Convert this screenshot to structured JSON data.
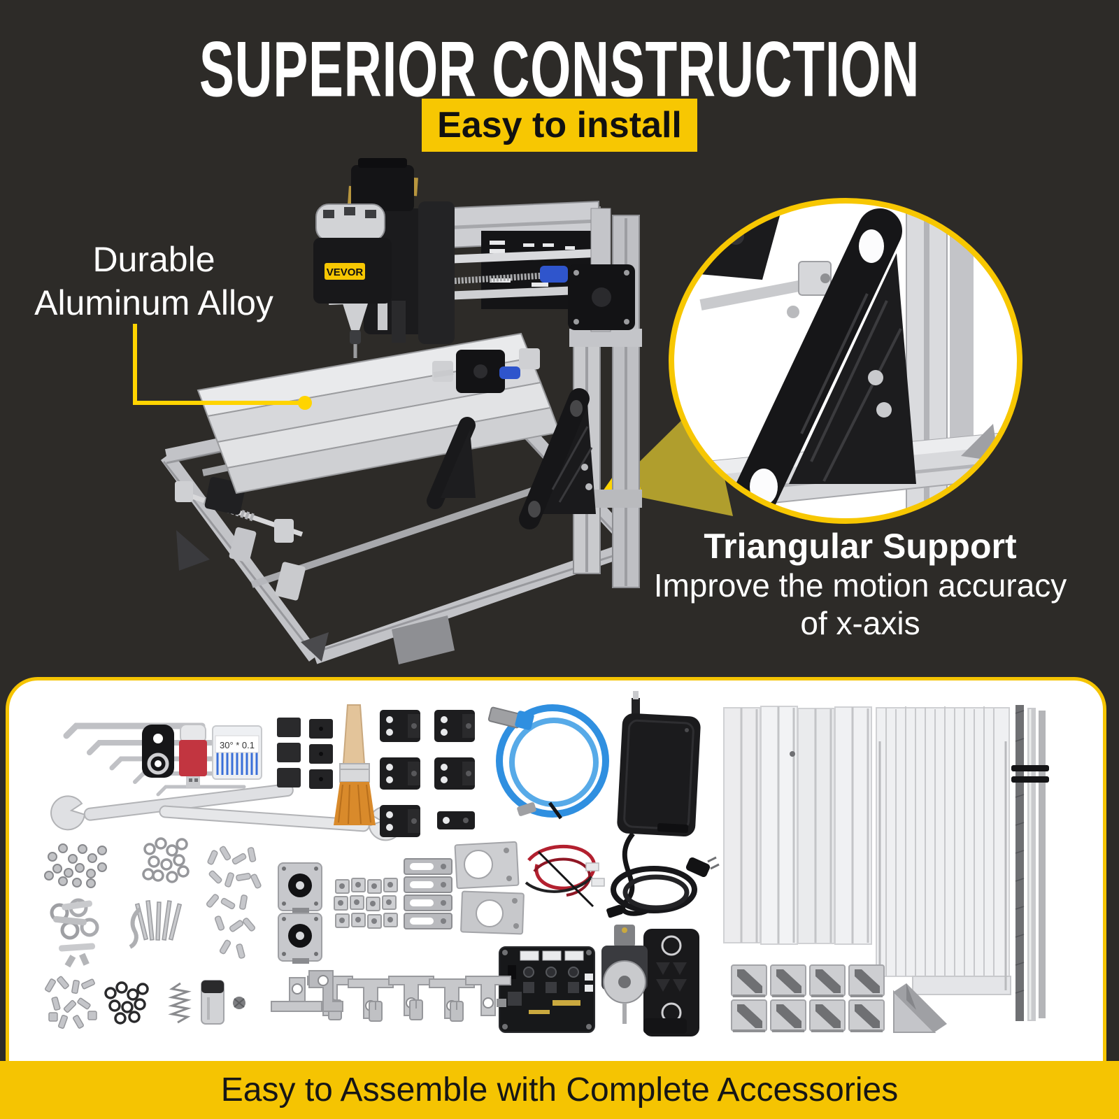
{
  "header": {
    "title": "SUPERIOR CONSTRUCTION",
    "badge": "Easy to install"
  },
  "callouts": {
    "durable": {
      "line1": "Durable",
      "line2": "Aluminum Alloy"
    },
    "triangular": {
      "title": "Triangular Support",
      "desc1": "Improve the motion accuracy",
      "desc2": "of x-axis"
    }
  },
  "machine": {
    "brand": "VEVOR"
  },
  "kit": {
    "caption": "Easy to Assemble with Complete Accessories",
    "bits_label": "30° * 0.1",
    "parts": [
      {
        "name": "hex-wrench-set",
        "qty": 5
      },
      {
        "name": "open-end-wrenches",
        "qty": 2
      },
      {
        "name": "clamp-plate",
        "qty": 1
      },
      {
        "name": "usb-flash-drive",
        "qty": 1
      },
      {
        "name": "engraving-bits-box",
        "qty": 1
      },
      {
        "name": "rubber-pads",
        "qty": 6
      },
      {
        "name": "paint-brush",
        "qty": 1
      },
      {
        "name": "fixing-clamps",
        "qty": 6
      },
      {
        "name": "usb-cable",
        "qty": 1
      },
      {
        "name": "power-adapter",
        "qty": 1
      },
      {
        "name": "table-profiles-bundle",
        "qty": 1
      },
      {
        "name": "frame-profiles-bundle",
        "qty": 1
      },
      {
        "name": "lead-screws-and-rods",
        "qty": 1
      },
      {
        "name": "nut-pile",
        "qty": 1
      },
      {
        "name": "washer-pile",
        "qty": 1
      },
      {
        "name": "socket-screw-pile",
        "qty": 1
      },
      {
        "name": "bolt-washer-pile",
        "qty": 1
      },
      {
        "name": "machine-screw-pile",
        "qty": 1
      },
      {
        "name": "stepper-motors",
        "qty": 2
      },
      {
        "name": "t-slot-nuts",
        "qty": 12
      },
      {
        "name": "slotted-plates",
        "qty": 4
      },
      {
        "name": "motor-mount-plates",
        "qty": 2
      },
      {
        "name": "wiring-harness",
        "qty": 1
      },
      {
        "name": "power-cord",
        "qty": 1
      },
      {
        "name": "control-board",
        "qty": 1
      },
      {
        "name": "spindle-motor-assembly",
        "qty": 1
      },
      {
        "name": "t-shape-plates",
        "qty": 5
      },
      {
        "name": "mini-clamps",
        "qty": 4
      },
      {
        "name": "corner-brackets",
        "qty": 8
      },
      {
        "name": "corner-block",
        "qty": 1
      },
      {
        "name": "screw-tnut-pile",
        "qty": 1
      },
      {
        "name": "black-washer-pile",
        "qty": 1
      },
      {
        "name": "spring",
        "qty": 1
      },
      {
        "name": "grease-vial",
        "qty": 1
      },
      {
        "name": "knurled-nut",
        "qty": 1
      },
      {
        "name": "shaft-supports",
        "qty": 2
      }
    ]
  },
  "colors": {
    "background": "#2d2b28",
    "accent_yellow": "#f7c702",
    "bar_yellow": "#f5c402",
    "callout_line_yellow": "#ffd400",
    "wedge_olive": "#b09e2d",
    "panel_white": "#ffffff",
    "text_white": "#ffffff",
    "text_black": "#111111"
  }
}
